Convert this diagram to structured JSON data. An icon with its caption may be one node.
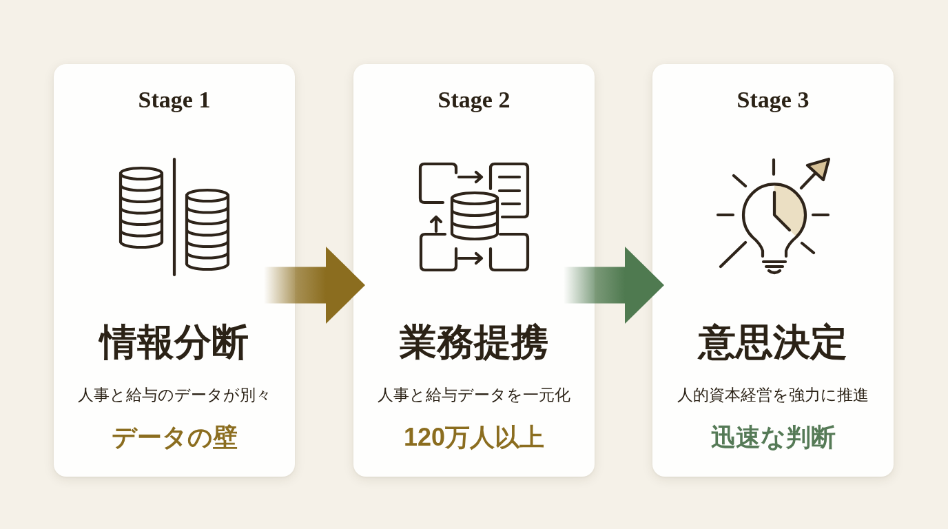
{
  "diagram": {
    "nodes": [
      {
        "text": [
          "Stage 1",
          "情報分断",
          "人事と給与のデータが別々",
          "データの壁"
        ]
      },
      {
        "text": [
          "Stage 2",
          "業務提携",
          "人事と給与データを一元化",
          "120万人以上"
        ]
      },
      {
        "text": [
          "Stage 3",
          "意思決定",
          "人的資本経営を強力に推進",
          "迅速な判断"
        ]
      }
    ],
    "edges": [
      {
        "from": 0,
        "to": 1,
        "arrow": "to",
        "color": "#8b6d1f"
      },
      {
        "from": 1,
        "to": 2,
        "arrow": "to",
        "color": "#4f7a50"
      }
    ]
  }
}
